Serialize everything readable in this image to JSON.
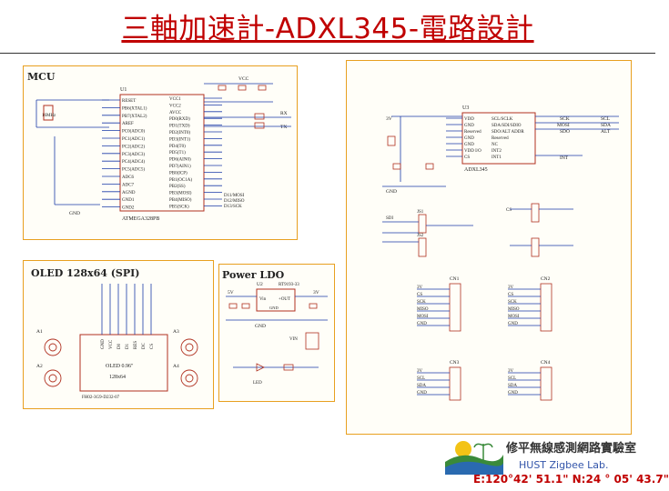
{
  "slide": {
    "title": "三軸加速計-ADXL345-電路設計"
  },
  "mcu_panel": {
    "heading": "MCU",
    "chip_ref": "U1",
    "chip_part": "ATMEGA328PB",
    "left_pins": [
      "RESET",
      "PB6(XTAL1)",
      "PB7(XTAL2)",
      "AREF",
      "PC0(ADC0)",
      "PC1(ADC1)",
      "PC2(ADC2)",
      "PC3(ADC3)",
      "PC4(ADC4)",
      "PC5(ADC5)",
      "ADC6",
      "ADC7",
      "AGND",
      "GND1",
      "GND2"
    ],
    "right_pins": [
      "VCC1",
      "VCC2",
      "AVCC",
      "PD0(RXD)",
      "PD1(TXD)",
      "PD2(INT0)",
      "PD3(INT1)",
      "PD4(T0)",
      "PD5(T1)",
      "PD6(AIN0)",
      "PD7(AIN1)",
      "PB0(ICP)",
      "PB1(OC1A)",
      "PB2(SS)",
      "PB3(MOSI)",
      "PB4(MISO)",
      "PB5(SCK)"
    ],
    "net_labels": [
      "VCC",
      "GND",
      "RX",
      "TX",
      "D13/SCK",
      "D12/MISO",
      "D11/MOSI",
      "16MHz"
    ]
  },
  "accel_panel": {
    "chip_ref": "U3",
    "chip_part": "ADXL345",
    "left_pins": [
      "VDD",
      "GND",
      "Reserved",
      "GND",
      "GND",
      "VDD I/O",
      "CS"
    ],
    "right_pins": [
      "SCL/SCLK",
      "SDA/SDI/SDIO",
      "SDO/ALT ADDR",
      "Reserved",
      "NC",
      "INT2",
      "INT1"
    ],
    "net_labels": [
      "3V",
      "GND",
      "SCK",
      "MOSI",
      "SDO",
      "INT",
      "ALT",
      "SDA",
      "SCL",
      "SDI",
      "CS",
      "JS1",
      "JS2"
    ]
  },
  "oled_panel": {
    "heading": "OLED 128x64 (SPI)",
    "module_text": "OLED 0.96\"",
    "module_size": "128x64",
    "part_no": "FH02-3G9-D232-07",
    "mounting": [
      "A1",
      "A2",
      "A3",
      "A4"
    ],
    "pin_labels": [
      "GND",
      "VCC",
      "D0",
      "D1",
      "RES",
      "DC",
      "CS"
    ]
  },
  "ldo_panel": {
    "heading": "Power LDO",
    "reg_ref": "U2",
    "reg_part": "RT9193-33",
    "reg_pins": [
      "Vin",
      "+OUT",
      "GND"
    ],
    "net_labels": [
      "5V",
      "3V",
      "GND",
      "VIN",
      "LED"
    ]
  },
  "connector_panel": {
    "cn1_label": "CN1",
    "cn2_label": "CN2",
    "cn3_label": "CN3",
    "cn4_label": "CN4",
    "cn1_pins": [
      "3V",
      "CS",
      "SCK",
      "MISO",
      "MOSI",
      "GND"
    ],
    "cn2_pins": [
      "3V",
      "CS",
      "SCK",
      "MISO",
      "MOSI",
      "GND"
    ],
    "cn3_pins": [
      "3V",
      "SCL",
      "SDA",
      "GND"
    ],
    "cn4_pins": [
      "3V",
      "SCL",
      "SDA",
      "GND"
    ]
  },
  "footer": {
    "lab_name": "修平無線感測網路實驗室",
    "lab_sub": "HUST Zigbee Lab.",
    "coordinates": "E:120°42' 51.1\"  N:24 ° 05' 43.7\""
  },
  "colors": {
    "panel_border": "#e8a020",
    "wire": "#1a3aa8",
    "component": "#b03020",
    "title": "#c00000"
  }
}
